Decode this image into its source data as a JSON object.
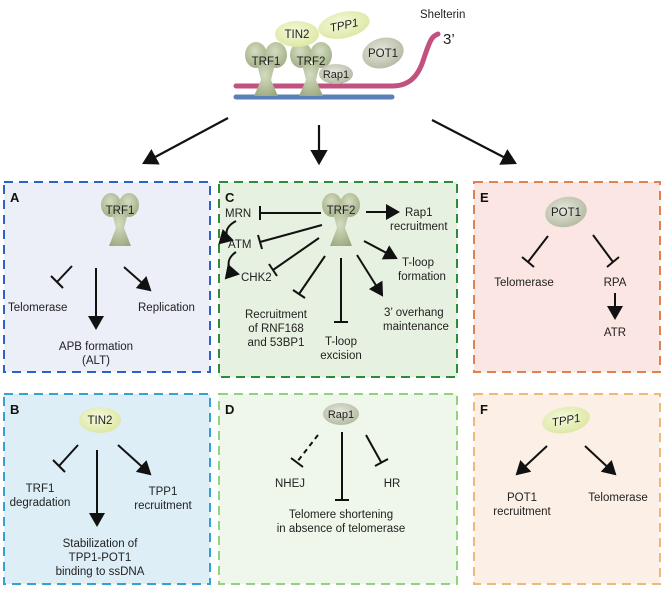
{
  "top": {
    "shelterin_label": "Shelterin",
    "three_prime_label": "3’",
    "proteins": {
      "tin2": "TIN2",
      "tpp1": "TPP1",
      "pot1": "POT1",
      "trf1": "TRF1",
      "trf2": "TRF2",
      "rap1": "Rap1"
    }
  },
  "panels": {
    "A": {
      "letter": "A",
      "protein": "TRF1",
      "labels": {
        "telomerase": "Telomerase",
        "replication": "Replication",
        "apb_line1": "APB formation",
        "apb_line2": "(ALT)"
      },
      "colors": {
        "border": "#2b63c6",
        "fill": "#eceef8"
      }
    },
    "B": {
      "letter": "B",
      "protein": "TIN2",
      "labels": {
        "trf1_line1": "TRF1",
        "trf1_line2": "degradation",
        "tpp1_line1": "TPP1",
        "tpp1_line2": "recruitment",
        "stab_line1": "Stabilization of",
        "stab_line2": "TPP1-POT1",
        "stab_line3": "binding to ssDNA"
      },
      "colors": {
        "border": "#35a0d4",
        "fill": "#ddeef7"
      }
    },
    "C": {
      "letter": "C",
      "protein": "TRF2",
      "labels": {
        "mrn": "MRN",
        "atm": "ATM",
        "chk2": "CHK2",
        "rap1_line1": "Rap1",
        "rap1_line2": "recruitment",
        "tloop_line1": "T-loop",
        "tloop_line2": "formation",
        "overhang_line1": "3’ overhang",
        "overhang_line2": "maintenance",
        "excision_line1": "T-loop",
        "excision_line2": "excision",
        "rnf_line1": "Recruitment",
        "rnf_line2": "of RNF168",
        "rnf_line3": "and 53BP1"
      },
      "colors": {
        "border": "#2f8a3c",
        "fill": "#e7f1e1"
      }
    },
    "D": {
      "letter": "D",
      "protein": "Rap1",
      "labels": {
        "nhej": "NHEJ",
        "hr": "HR",
        "short_line1": "Telomere shortening",
        "short_line2": "in absence of telomerase"
      },
      "colors": {
        "border": "#8fd37e",
        "fill": "#eef7e9"
      }
    },
    "E": {
      "letter": "E",
      "protein": "POT1",
      "labels": {
        "telomerase": "Telomerase",
        "rpa": "RPA",
        "atr": "ATR"
      },
      "colors": {
        "border": "#e0824e",
        "fill": "#fbe6e3"
      }
    },
    "F": {
      "letter": "F",
      "protein": "TPP1",
      "labels": {
        "pot1_line1": "POT1",
        "pot1_line2": "recruitment",
        "telomerase": "Telomerase"
      },
      "colors": {
        "border": "#ecbb7c",
        "fill": "#fbefe6"
      }
    }
  },
  "colors": {
    "dna_pink": "#c2517f",
    "dna_blue": "#5b7fb8",
    "protein_green": "#b7c49e",
    "protein_yellow": "#e7efb6",
    "pot1_gray": "#c4c9b4"
  }
}
